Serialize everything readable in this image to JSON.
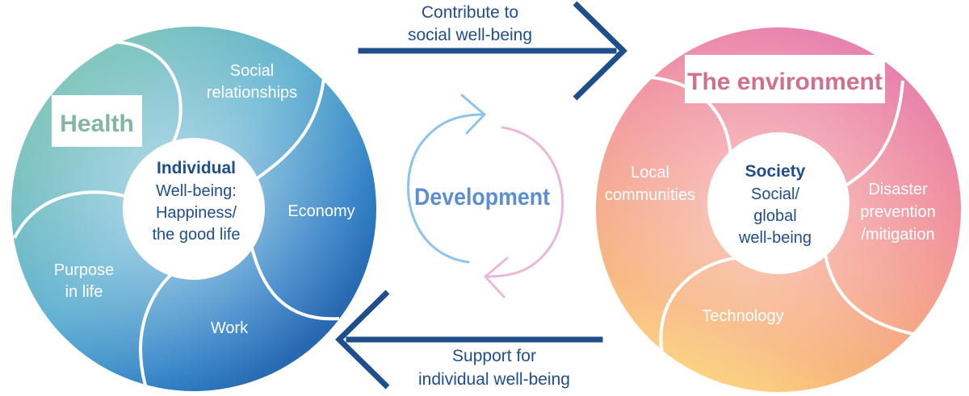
{
  "left_circle": {
    "tag": "Health",
    "center": {
      "title": "Individual",
      "lines": [
        "Well-being:",
        "Happiness/",
        "the good life"
      ]
    },
    "segments": {
      "social": [
        "Social",
        "relationships"
      ],
      "economy": [
        "Economy"
      ],
      "work": [
        "Work"
      ],
      "purpose": [
        "Purpose",
        "in life"
      ]
    }
  },
  "right_circle": {
    "tag": "The environment",
    "center": {
      "title": "Society",
      "lines": [
        "Social/",
        "global",
        "well-being"
      ]
    },
    "segments": {
      "local": [
        "Local",
        "communities"
      ],
      "disaster": [
        "Disaster",
        "prevention",
        "/mitigation"
      ],
      "technology": [
        "Technology"
      ]
    }
  },
  "middle": {
    "label": "Development",
    "top_arrow": [
      "Contribute to",
      "social well-being"
    ],
    "bottom_arrow": [
      "Support for",
      "individual well-being"
    ]
  },
  "colors": {
    "navy": "#1f4e8c",
    "health_tag": "#7fb7a2",
    "env_tag": "#d0708d",
    "development": "#5b8fd1"
  }
}
